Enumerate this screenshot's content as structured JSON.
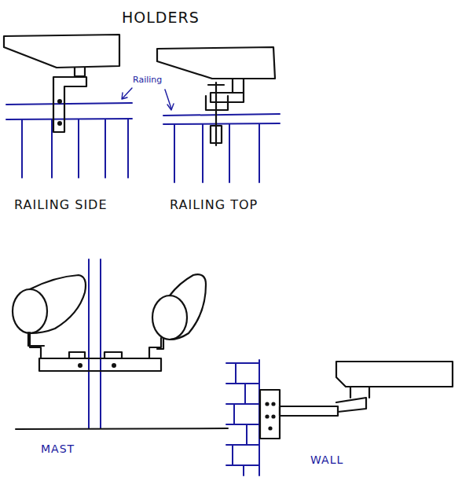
{
  "diagram": {
    "title": "HOLDERS",
    "labels": [
      "Railing",
      "RAILING SIDE",
      "RAILING TOP",
      "MAST",
      "WALL"
    ]
  }
}
